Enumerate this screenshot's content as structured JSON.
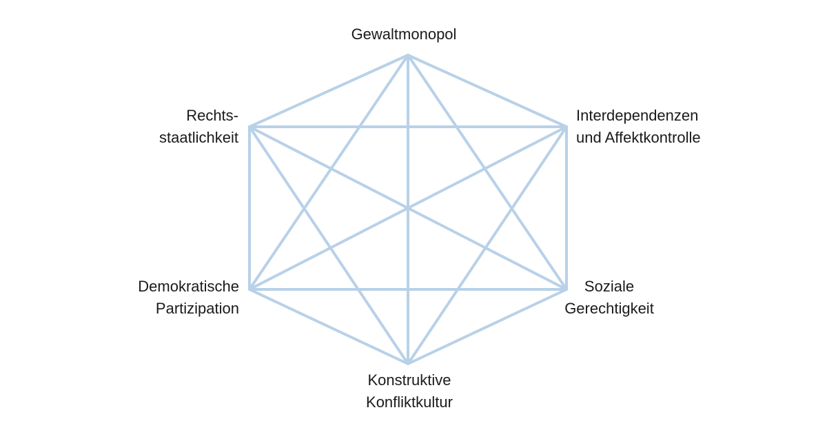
{
  "diagram": {
    "nodes": [
      {
        "id": "top",
        "lines": [
          "Gewaltmonopol"
        ]
      },
      {
        "id": "upper-right",
        "lines": [
          "Interdependenzen",
          "und Affektkontrolle"
        ]
      },
      {
        "id": "lower-right",
        "lines": [
          "Soziale",
          "Gerechtigkeit"
        ]
      },
      {
        "id": "bottom",
        "lines": [
          "Konstruktive",
          "Konfliktkultur"
        ]
      },
      {
        "id": "lower-left",
        "lines": [
          "Demokratische",
          "Partizipation"
        ]
      },
      {
        "id": "upper-left",
        "lines": [
          "Rechts-",
          "staatlichkeit"
        ]
      }
    ],
    "edges": "all-pairs",
    "colors": {
      "line": "#b8d1e8",
      "text": "#1a1a1a",
      "background": "#ffffff"
    }
  }
}
